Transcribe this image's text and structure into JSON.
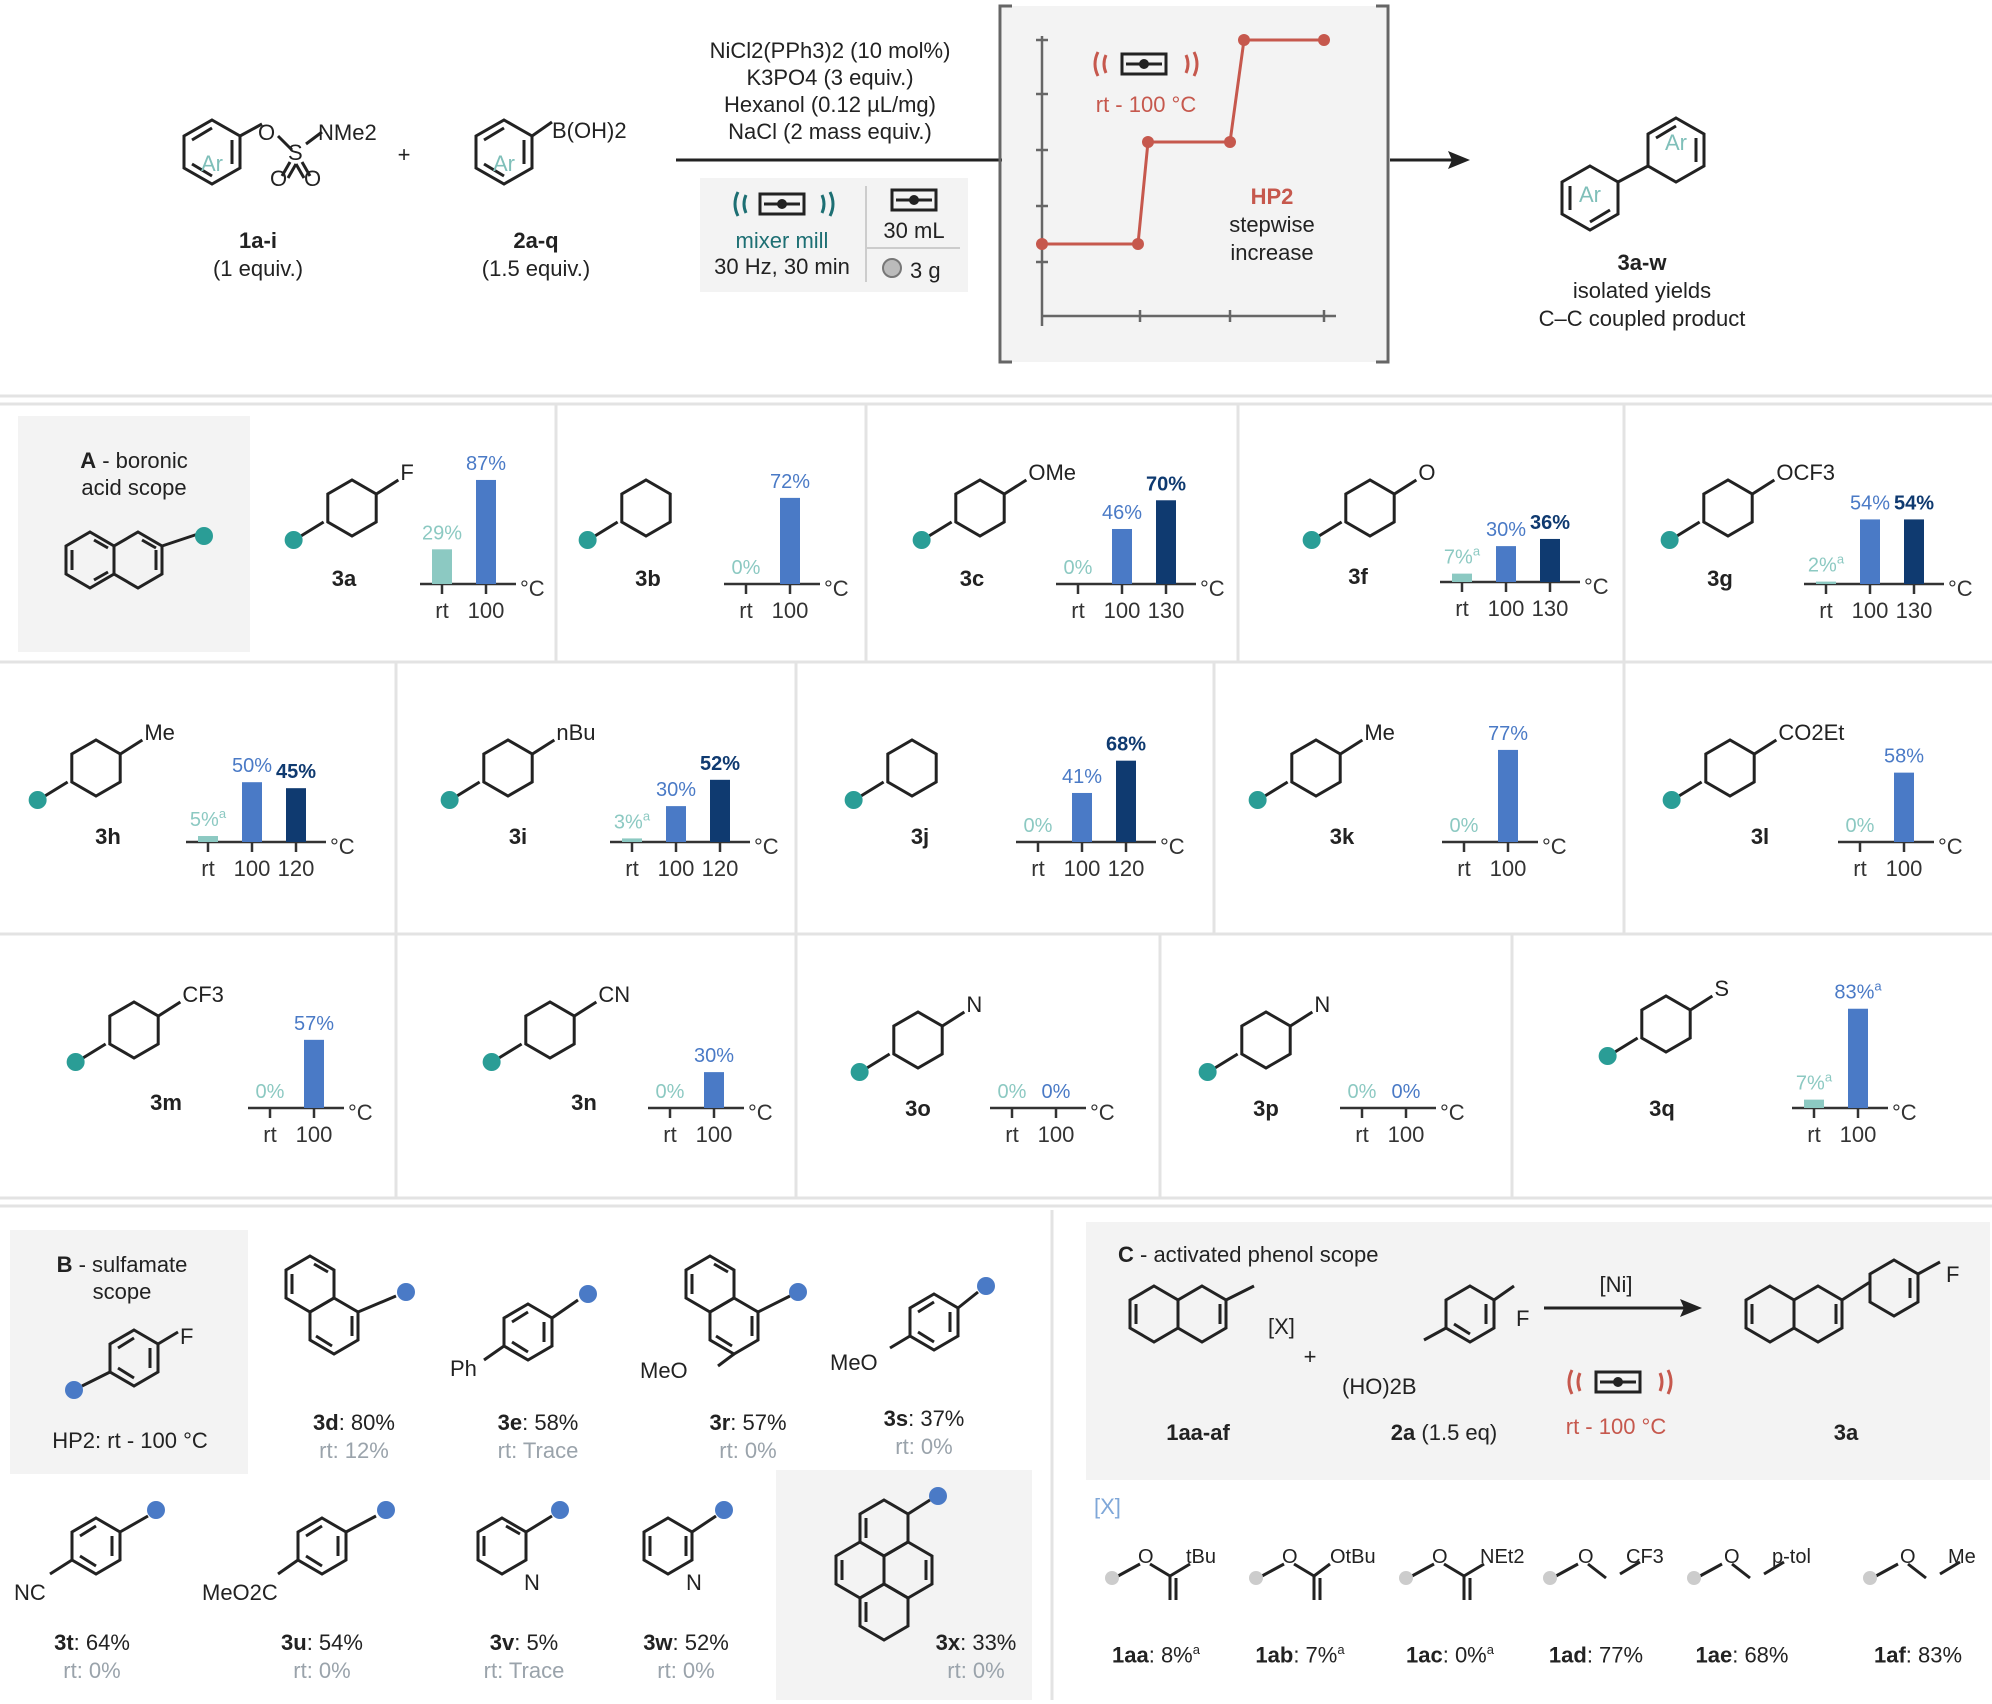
{
  "colors": {
    "teal": "#2a9d96",
    "teal_light": "#8cc9c2",
    "blue": "#4a7ac6",
    "navy": "#0f3a70",
    "red": "#c6584d",
    "panel_bg": "#f3f3f3",
    "grey": "#9aa3ab"
  },
  "header": {
    "r1": {
      "ar": "Ar",
      "o": "O",
      "s": "S",
      "nme2": "NMe2",
      "label": "1a-i",
      "equiv": "(1 equiv.)"
    },
    "plus": "+",
    "r2": {
      "ar": "Ar",
      "boh2": "B(OH)2",
      "label": "2a-q",
      "equiv": "(1.5 equiv.)"
    },
    "conditions": [
      "NiCl2(PPh3)2 (10 mol%)",
      "K3PO4 (3 equiv.)",
      "Hexanol (0.12 µL/mg)",
      "NaCl (2 mass equiv.)"
    ],
    "mixer": {
      "name": "mixer mill",
      "params": "30 Hz, 30 min",
      "volume": "30 mL",
      "ball": "3 g"
    },
    "heating": {
      "temp": "rt - 100 °C",
      "title": "HP2",
      "line2": "stepwise",
      "line3": "increase"
    },
    "product": {
      "ar": "Ar",
      "label": "3a-w",
      "line2": "isolated yields",
      "line3": "C–C coupled product"
    }
  },
  "panelA": {
    "title_letter": "A",
    "title_rest": " - boronic",
    "title_line2": "acid scope"
  },
  "panelB": {
    "title_letter": "B",
    "title_rest": " - sulfamate",
    "title_line2": "scope",
    "substituent": "F",
    "condition": "HP2: rt - 100 °C"
  },
  "panelC": {
    "title_letter": "C",
    "title_rest": " - activated phenol scope",
    "x_label": "[X]",
    "reagent": "F",
    "boronic": "(HO)2B",
    "catalyst": "[Ni]",
    "temp": "rt - 100 °C",
    "sm_label": "1aa-af",
    "reagent_label": "2a",
    "reagent_eq": "(1.5 eq)",
    "product_label": "3a"
  },
  "unit": "°C",
  "chart_data": [
    {
      "type": "bar",
      "compound": "3a",
      "substituent": "F",
      "categories": [
        "rt",
        "100"
      ],
      "values": [
        29,
        87
      ],
      "labels": [
        "29%",
        "87%"
      ]
    },
    {
      "type": "bar",
      "compound": "3b",
      "substituent": "",
      "categories": [
        "rt",
        "100"
      ],
      "values": [
        0,
        72
      ],
      "labels": [
        "0%",
        "72%"
      ]
    },
    {
      "type": "bar",
      "compound": "3c",
      "substituent": "OMe",
      "categories": [
        "rt",
        "100",
        "130"
      ],
      "values": [
        0,
        46,
        70
      ],
      "labels": [
        "0%",
        "46%",
        "70%"
      ]
    },
    {
      "type": "bar",
      "compound": "3f",
      "substituent": "O",
      "categories": [
        "rt",
        "100",
        "130"
      ],
      "values": [
        7,
        30,
        36
      ],
      "labels": [
        "7%a",
        "30%",
        "36%"
      ]
    },
    {
      "type": "bar",
      "compound": "3g",
      "substituent": "OCF3",
      "categories": [
        "rt",
        "100",
        "130"
      ],
      "values": [
        2,
        54,
        54
      ],
      "labels": [
        "2%a",
        "54%",
        "54%"
      ]
    },
    {
      "type": "bar",
      "compound": "3h",
      "substituent": "Me",
      "categories": [
        "rt",
        "100",
        "120"
      ],
      "values": [
        5,
        50,
        45
      ],
      "labels": [
        "5%a",
        "50%",
        "45%"
      ]
    },
    {
      "type": "bar",
      "compound": "3i",
      "substituent": "nBu",
      "categories": [
        "rt",
        "100",
        "120"
      ],
      "values": [
        3,
        30,
        52
      ],
      "labels": [
        "3%a",
        "30%",
        "52%"
      ]
    },
    {
      "type": "bar",
      "compound": "3j",
      "substituent": "",
      "categories": [
        "rt",
        "100",
        "120"
      ],
      "values": [
        0,
        41,
        68
      ],
      "labels": [
        "0%",
        "41%",
        "68%"
      ]
    },
    {
      "type": "bar",
      "compound": "3k",
      "substituent": "Me",
      "categories": [
        "rt",
        "100"
      ],
      "values": [
        0,
        77
      ],
      "labels": [
        "0%",
        "77%"
      ]
    },
    {
      "type": "bar",
      "compound": "3l",
      "substituent": "CO2Et",
      "categories": [
        "rt",
        "100"
      ],
      "values": [
        0,
        58
      ],
      "labels": [
        "0%",
        "58%"
      ]
    },
    {
      "type": "bar",
      "compound": "3m",
      "substituent": "CF3",
      "categories": [
        "rt",
        "100"
      ],
      "values": [
        0,
        57
      ],
      "labels": [
        "0%",
        "57%"
      ]
    },
    {
      "type": "bar",
      "compound": "3n",
      "substituent": "CN",
      "categories": [
        "rt",
        "100"
      ],
      "values": [
        0,
        30
      ],
      "labels": [
        "0%",
        "30%"
      ]
    },
    {
      "type": "bar",
      "compound": "3o",
      "substituent": "N",
      "categories": [
        "rt",
        "100"
      ],
      "values": [
        0,
        0
      ],
      "labels": [
        "0%",
        "0%"
      ]
    },
    {
      "type": "bar",
      "compound": "3p",
      "substituent": "N",
      "categories": [
        "rt",
        "100"
      ],
      "values": [
        0,
        0
      ],
      "labels": [
        "0%",
        "0%"
      ]
    },
    {
      "type": "bar",
      "compound": "3q",
      "substituent": "S",
      "categories": [
        "rt",
        "100"
      ],
      "values": [
        7,
        83
      ],
      "labels": [
        "7%a",
        "83%a"
      ]
    }
  ],
  "sulfamates": [
    {
      "id": "3d",
      "yield": ": 80%",
      "rt": "rt: 12%",
      "sub": ""
    },
    {
      "id": "3e",
      "yield": ": 58%",
      "rt": "rt: Trace",
      "sub": "Ph"
    },
    {
      "id": "3r",
      "yield": ": 57%",
      "rt": "rt: 0%",
      "sub": "MeO"
    },
    {
      "id": "3s",
      "yield": ": 37%",
      "rt": "rt: 0%",
      "sub": "MeO"
    },
    {
      "id": "3t",
      "yield": ": 64%",
      "rt": "rt: 0%",
      "sub": "NC"
    },
    {
      "id": "3u",
      "yield": ": 54%",
      "rt": "rt: 0%",
      "sub": "MeO2C"
    },
    {
      "id": "3v",
      "yield": ": 5%",
      "rt": "rt: Trace",
      "sub": "N"
    },
    {
      "id": "3w",
      "yield": ": 52%",
      "rt": "rt: 0%",
      "sub": "N"
    },
    {
      "id": "3x",
      "yield": ": 33%",
      "rt": "rt: 0%",
      "sub": ""
    }
  ],
  "phenols": [
    {
      "id": "1aa",
      "yield": ": 8%",
      "sup": "a",
      "grp": "tBu"
    },
    {
      "id": "1ab",
      "yield": ": 7%",
      "sup": "a",
      "grp": "OtBu"
    },
    {
      "id": "1ac",
      "yield": ": 0%",
      "sup": "a",
      "grp": "NEt2"
    },
    {
      "id": "1ad",
      "yield": ": 77%",
      "sup": "",
      "grp": "CF3"
    },
    {
      "id": "1ae",
      "yield": ": 68%",
      "sup": "",
      "grp": "p-tol"
    },
    {
      "id": "1af",
      "yield": ": 83%",
      "sup": "",
      "grp": "Me"
    }
  ],
  "atoms": {
    "o": "O",
    "s": "S",
    "n": "N",
    "me": "Me"
  }
}
